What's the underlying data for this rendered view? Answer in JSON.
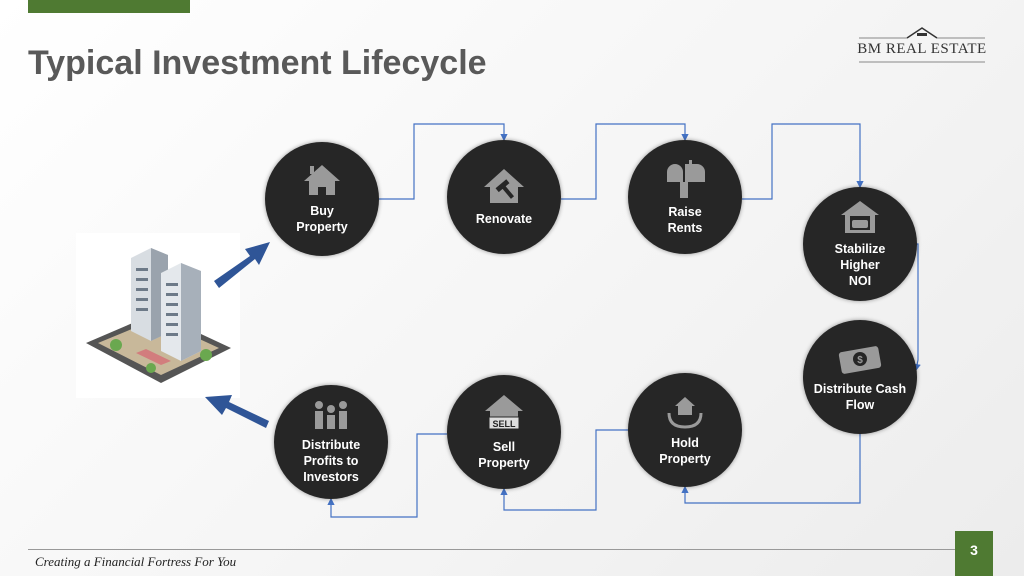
{
  "title": "Typical Investment Lifecycle",
  "logo": "BM Real Estate",
  "steps": [
    {
      "label": "Buy\nProperty",
      "icon": "house-icon"
    },
    {
      "label": "Renovate",
      "icon": "hammer-house-icon"
    },
    {
      "label": "Raise\nRents",
      "icon": "mailbox-icon"
    },
    {
      "label": "Stabilize\nHigher\nNOI",
      "icon": "house-sofa-icon"
    },
    {
      "label": "Distribute Cash\nFlow",
      "icon": "money-icon"
    },
    {
      "label": "Hold\nProperty",
      "icon": "hand-house-icon"
    },
    {
      "label": "Sell\nProperty",
      "icon": "sell-sign-icon"
    },
    {
      "label": "Distribute\nProfits to\nInvestors",
      "icon": "investors-icon"
    }
  ],
  "footer": "Creating a Financial Fortress For You",
  "page_number": "3",
  "colors": {
    "accent": "#4f7a32",
    "circle": "#262626",
    "arrow": "#2f5597",
    "connector": "#4472c4"
  }
}
